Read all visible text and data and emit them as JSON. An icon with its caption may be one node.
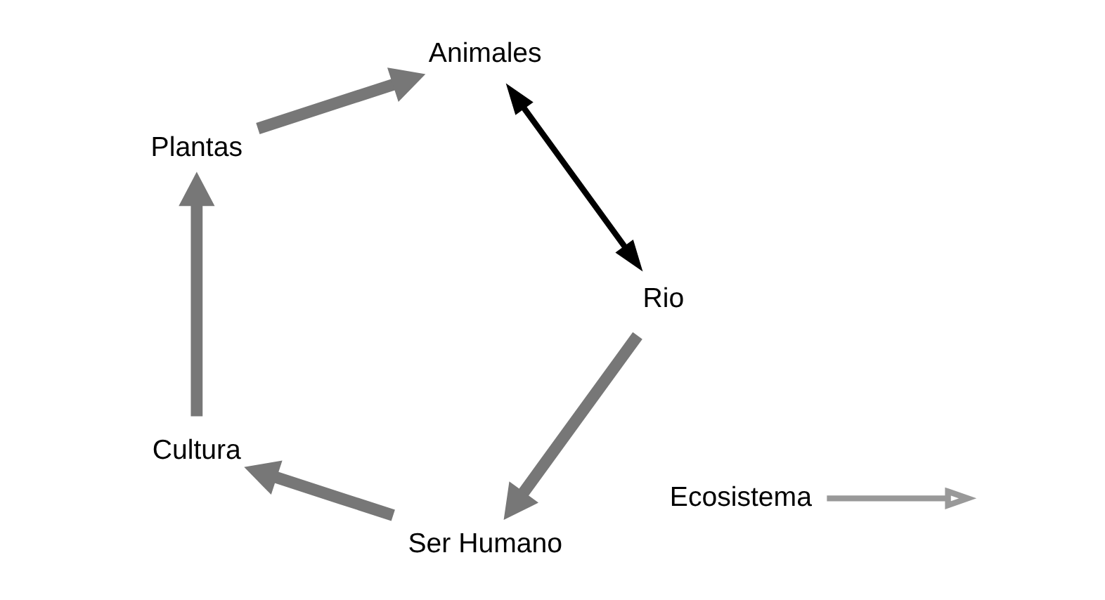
{
  "diagram": {
    "nodes": [
      {
        "text": [
          "Ecosistema"
        ]
      },
      {
        "text": [
          "Ser Humano"
        ]
      },
      {
        "text": [
          "Cultura"
        ]
      },
      {
        "text": [
          "Plantas"
        ]
      },
      {
        "text": [
          "Animales"
        ]
      },
      {
        "text": [
          "Rio"
        ]
      }
    ],
    "edges": [
      {
        "from": 0,
        "to": null,
        "arrow": "to",
        "color": "#999999"
      },
      {
        "from": 1,
        "to": 2,
        "arrow": "to"
      },
      {
        "from": 2,
        "to": 3,
        "arrow": "to"
      },
      {
        "from": 3,
        "to": 4,
        "arrow": "to"
      },
      {
        "from": 4,
        "to": 5,
        "arrow": "both",
        "color": "#000000"
      },
      {
        "from": 5,
        "to": 1,
        "arrow": "to"
      }
    ]
  }
}
